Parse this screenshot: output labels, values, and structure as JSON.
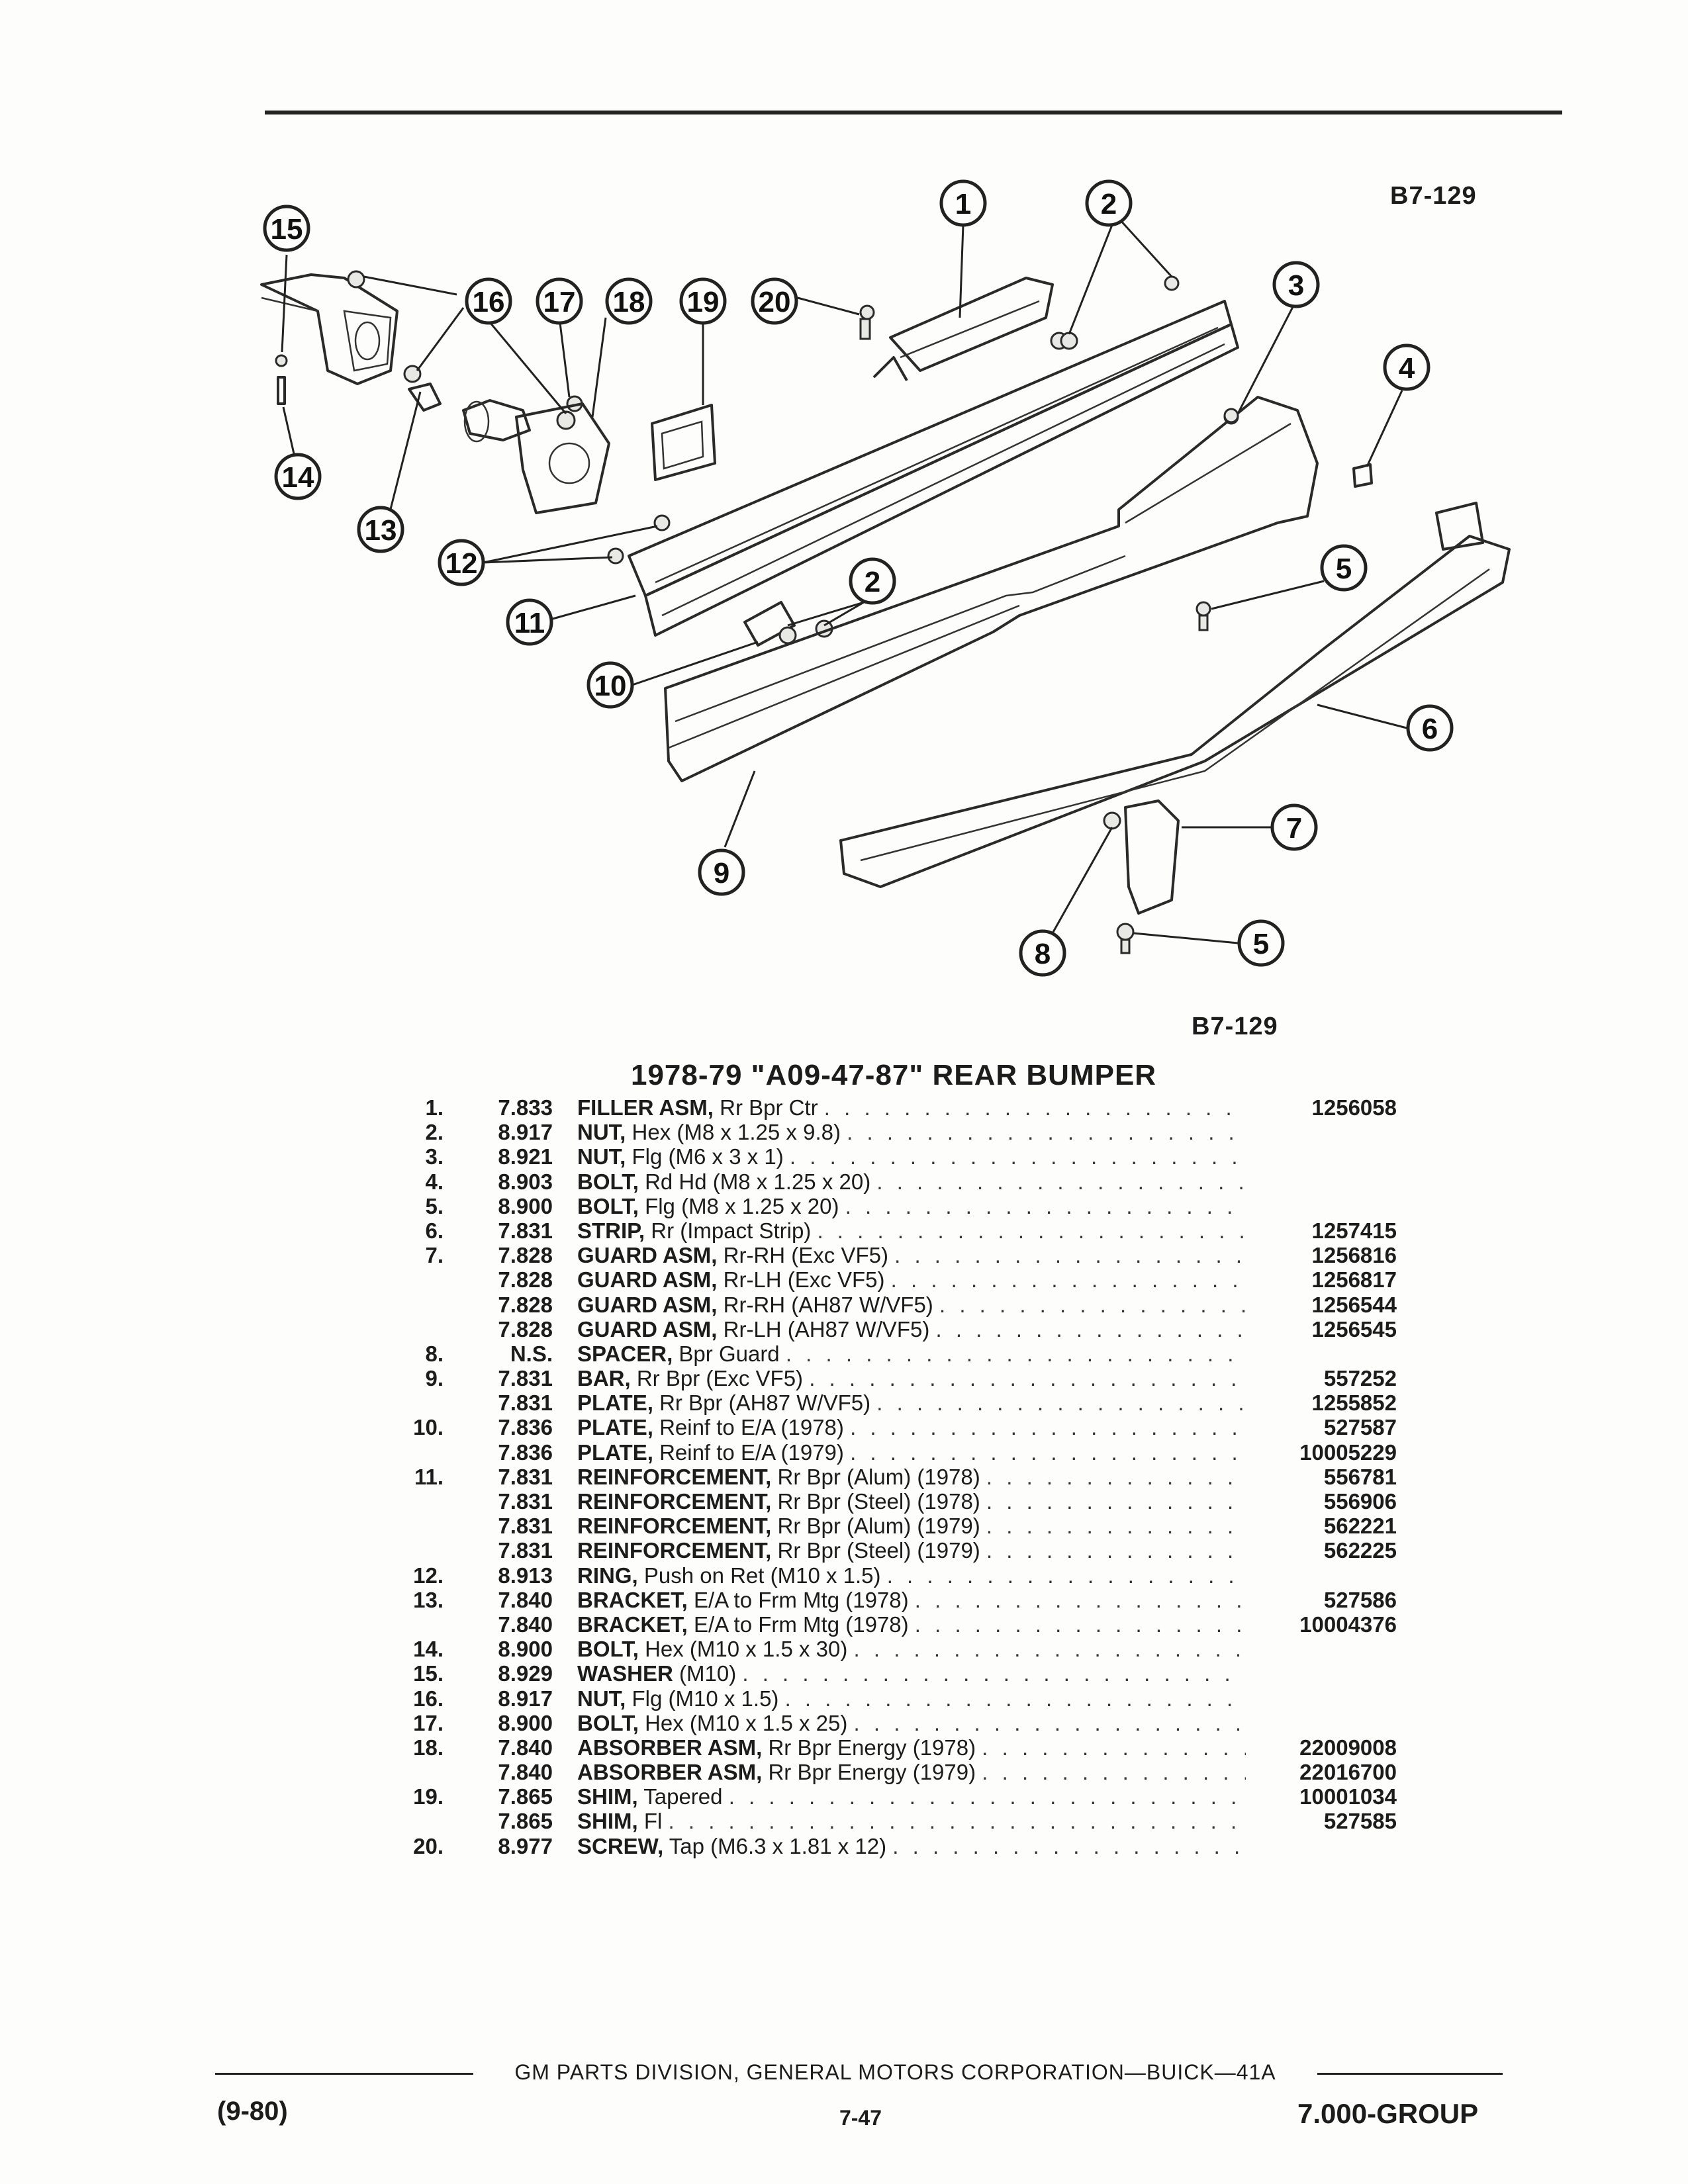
{
  "figure": {
    "code_top": "B7-129",
    "code_bottom": "B7-129",
    "callouts": [
      "1",
      "2",
      "3",
      "4",
      "5",
      "6",
      "7",
      "8",
      "9",
      "10",
      "11",
      "12",
      "13",
      "14",
      "15",
      "16",
      "17",
      "18",
      "19",
      "20"
    ]
  },
  "section_title": "1978-79 \"A09-47-87\" REAR BUMPER",
  "parts": [
    {
      "no": "1.",
      "group": "7.833",
      "name": "FILLER ASM,",
      "desc": "Rr Bpr Ctr",
      "part": "1256058"
    },
    {
      "no": "2.",
      "group": "8.917",
      "name": "NUT,",
      "desc": "Hex (M8 x 1.25 x 9.8)",
      "part": ""
    },
    {
      "no": "3.",
      "group": "8.921",
      "name": "NUT,",
      "desc": "Flg (M6 x 3 x 1)",
      "part": ""
    },
    {
      "no": "4.",
      "group": "8.903",
      "name": "BOLT,",
      "desc": "Rd Hd (M8 x 1.25 x 20)",
      "part": ""
    },
    {
      "no": "5.",
      "group": "8.900",
      "name": "BOLT,",
      "desc": "Flg (M8 x 1.25 x 20)",
      "part": ""
    },
    {
      "no": "6.",
      "group": "7.831",
      "name": "STRIP,",
      "desc": "Rr (Impact Strip)",
      "part": "1257415"
    },
    {
      "no": "7.",
      "group": "7.828",
      "name": "GUARD ASM,",
      "desc": "Rr-RH (Exc VF5)",
      "part": "1256816"
    },
    {
      "no": "",
      "group": "7.828",
      "name": "GUARD ASM,",
      "desc": "Rr-LH (Exc VF5)",
      "part": "1256817"
    },
    {
      "no": "",
      "group": "7.828",
      "name": "GUARD ASM,",
      "desc": "Rr-RH (AH87 W/VF5)",
      "part": "1256544"
    },
    {
      "no": "",
      "group": "7.828",
      "name": "GUARD ASM,",
      "desc": "Rr-LH (AH87 W/VF5)",
      "part": "1256545"
    },
    {
      "no": "8.",
      "group": "N.S.",
      "name": "SPACER,",
      "desc": "Bpr Guard",
      "part": ""
    },
    {
      "no": "9.",
      "group": "7.831",
      "name": "BAR,",
      "desc": "Rr Bpr (Exc VF5)",
      "part": "557252"
    },
    {
      "no": "",
      "group": "7.831",
      "name": "PLATE,",
      "desc": "Rr Bpr (AH87 W/VF5)",
      "part": "1255852"
    },
    {
      "no": "10.",
      "group": "7.836",
      "name": "PLATE,",
      "desc": "Reinf to E/A (1978)",
      "part": "527587"
    },
    {
      "no": "",
      "group": "7.836",
      "name": "PLATE,",
      "desc": "Reinf to E/A (1979)",
      "part": "10005229"
    },
    {
      "no": "11.",
      "group": "7.831",
      "name": "REINFORCEMENT,",
      "desc": "Rr Bpr (Alum) (1978)",
      "part": "556781"
    },
    {
      "no": "",
      "group": "7.831",
      "name": "REINFORCEMENT,",
      "desc": "Rr Bpr (Steel) (1978)",
      "part": "556906"
    },
    {
      "no": "",
      "group": "7.831",
      "name": "REINFORCEMENT,",
      "desc": "Rr Bpr (Alum) (1979)",
      "part": "562221"
    },
    {
      "no": "",
      "group": "7.831",
      "name": "REINFORCEMENT,",
      "desc": "Rr Bpr (Steel) (1979)",
      "part": "562225"
    },
    {
      "no": "12.",
      "group": "8.913",
      "name": "RING,",
      "desc": "Push on Ret (M10 x 1.5)",
      "part": ""
    },
    {
      "no": "13.",
      "group": "7.840",
      "name": "BRACKET,",
      "desc": "E/A to Frm Mtg (1978)",
      "part": "527586"
    },
    {
      "no": "",
      "group": "7.840",
      "name": "BRACKET,",
      "desc": "E/A to Frm Mtg (1978)",
      "part": "10004376"
    },
    {
      "no": "14.",
      "group": "8.900",
      "name": "BOLT,",
      "desc": "Hex (M10 x 1.5 x 30)",
      "part": ""
    },
    {
      "no": "15.",
      "group": "8.929",
      "name": "WASHER",
      "desc": "(M10)",
      "part": ""
    },
    {
      "no": "16.",
      "group": "8.917",
      "name": "NUT,",
      "desc": "Flg (M10 x 1.5)",
      "part": ""
    },
    {
      "no": "17.",
      "group": "8.900",
      "name": "BOLT,",
      "desc": "Hex (M10 x 1.5 x 25)",
      "part": ""
    },
    {
      "no": "18.",
      "group": "7.840",
      "name": "ABSORBER ASM,",
      "desc": "Rr Bpr Energy (1978)",
      "part": "22009008"
    },
    {
      "no": "",
      "group": "7.840",
      "name": "ABSORBER ASM,",
      "desc": "Rr Bpr Energy (1979)",
      "part": "22016700"
    },
    {
      "no": "19.",
      "group": "7.865",
      "name": "SHIM,",
      "desc": "Tapered",
      "part": "10001034"
    },
    {
      "no": "",
      "group": "7.865",
      "name": "SHIM,",
      "desc": "Fl",
      "part": "527585"
    },
    {
      "no": "20.",
      "group": "8.977",
      "name": "SCREW,",
      "desc": "Tap (M6.3 x 1.81 x 12)",
      "part": ""
    }
  ],
  "footer": {
    "center": "GM PARTS DIVISION, GENERAL MOTORS CORPORATION—BUICK—41A",
    "date": "(9-80)",
    "page": "7-47",
    "group": "7.000-GROUP"
  }
}
